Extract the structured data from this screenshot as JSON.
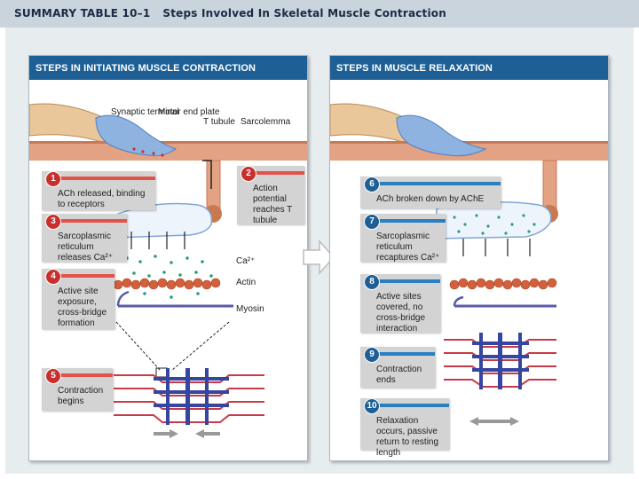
{
  "header": {
    "label": "SUMMARY TABLE 10–1",
    "title": "Steps Involved In Skeletal Muscle Contraction"
  },
  "left_panel": {
    "title": "STEPS IN INITIATING MUSCLE CONTRACTION",
    "labels": {
      "synaptic_terminal": "Synaptic terminal",
      "motor_end_plate": "Motor end plate",
      "t_tubule": "T tubule",
      "sarcolemma": "Sarcolemma",
      "ca": "Ca²⁺",
      "actin": "Actin",
      "myosin": "Myosin"
    },
    "steps": [
      {
        "num": "1",
        "text": "ACh released, binding to receptors"
      },
      {
        "num": "2",
        "text": "Action potential reaches T tubule"
      },
      {
        "num": "3",
        "text": "Sarcoplasmic reticulum releases Ca²⁺"
      },
      {
        "num": "4",
        "text": "Active site exposure, cross-bridge formation"
      },
      {
        "num": "5",
        "text": "Contraction begins"
      }
    ]
  },
  "right_panel": {
    "title": "STEPS IN MUSCLE RELAXATION",
    "steps": [
      {
        "num": "6",
        "text": "ACh broken down by AChE"
      },
      {
        "num": "7",
        "text": "Sarcoplasmic reticulum recaptures Ca²⁺"
      },
      {
        "num": "8",
        "text": "Active sites covered, no cross-bridge interaction"
      },
      {
        "num": "9",
        "text": "Contraction ends"
      },
      {
        "num": "10",
        "text": "Relaxation occurs, passive return to resting length"
      }
    ]
  },
  "colors": {
    "panel_header": "#1e5f96",
    "step_red": "#c8302d",
    "step_blue": "#1e5f96",
    "sarcolemma": "#d98a6c",
    "nerve": "#e9c79a",
    "end_plate": "#7fa6d6",
    "actin": "#d2603c",
    "myosin": "#5a5aa8",
    "calcium": "#2e9c7a"
  }
}
